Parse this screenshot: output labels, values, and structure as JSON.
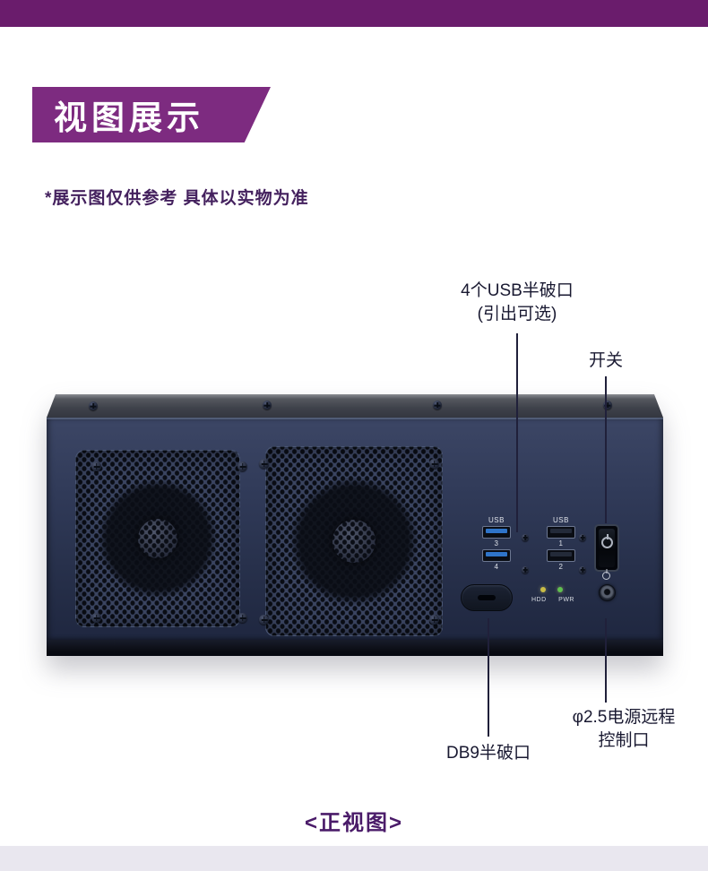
{
  "theme": {
    "top_bar_color": "#6a1c6c",
    "badge_color": "#7d2b80",
    "heading_color": "#44215e",
    "callout_color": "#191931",
    "page_bg": "#ffffff",
    "footer_strip_color": "#e9e7ef",
    "chassis_color": "#2c3550"
  },
  "header": {
    "badge_label": "视图展示",
    "disclaimer": "*展示图仅供参考 具体以实物为准"
  },
  "callouts": {
    "usb_line1": "4个USB半破口",
    "usb_line2": "(引出可选)",
    "power_switch": "开关",
    "remote_line1": "φ2.5电源远程",
    "remote_line2": "控制口",
    "db9": "DB9半破口"
  },
  "device": {
    "usb3_group_label": "USB",
    "usb3_port_numbers": [
      "3",
      "4"
    ],
    "usb3_color": "#2f74c9",
    "usb2_group_label": "USB",
    "usb2_port_numbers": [
      "1",
      "2"
    ],
    "usb2_color": "#232a39",
    "led_label_hdd": "HDD",
    "led_label_pwr": "PWR",
    "led_hdd_color": "#c9bc45",
    "led_pwr_color": "#5fc14f"
  },
  "caption": "<正视图>"
}
